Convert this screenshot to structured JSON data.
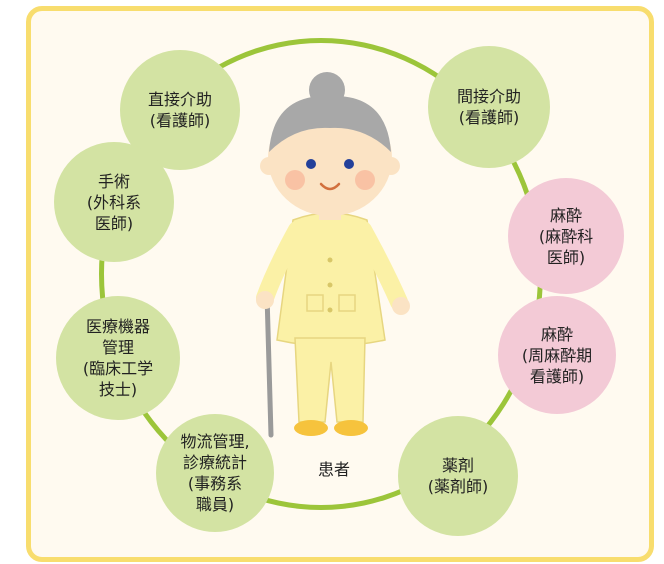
{
  "roles": [
    {
      "id": "direct-care",
      "lines": [
        "直接介助",
        "(看護師)"
      ],
      "color": "green"
    },
    {
      "id": "indirect-care",
      "lines": [
        "間接介助",
        "(看護師)"
      ],
      "color": "green"
    },
    {
      "id": "surgery",
      "lines": [
        "手術",
        "(外科系",
        "医師)"
      ],
      "color": "green"
    },
    {
      "id": "anesthesia-doctor",
      "lines": [
        "麻酔",
        "(麻酔科",
        "医師)"
      ],
      "color": "pink"
    },
    {
      "id": "anesthesia-nurse",
      "lines": [
        "麻酔",
        "(周麻酔期",
        "看護師)"
      ],
      "color": "pink"
    },
    {
      "id": "equipment",
      "lines": [
        "医療機器",
        "管理",
        "(臨床工学",
        "技士)"
      ],
      "color": "green"
    },
    {
      "id": "logistics",
      "lines": [
        "物流管理,",
        "診療統計",
        "(事務系",
        "職員)"
      ],
      "color": "green"
    },
    {
      "id": "pharmacy",
      "lines": [
        "薬剤",
        "(薬剤師)"
      ],
      "color": "green"
    }
  ],
  "center": {
    "label": "患者"
  },
  "colors": {
    "border": "#f8dd6e",
    "ring": "#9cc53a",
    "green": "#d3e3a3",
    "pink": "#f3cad6"
  }
}
